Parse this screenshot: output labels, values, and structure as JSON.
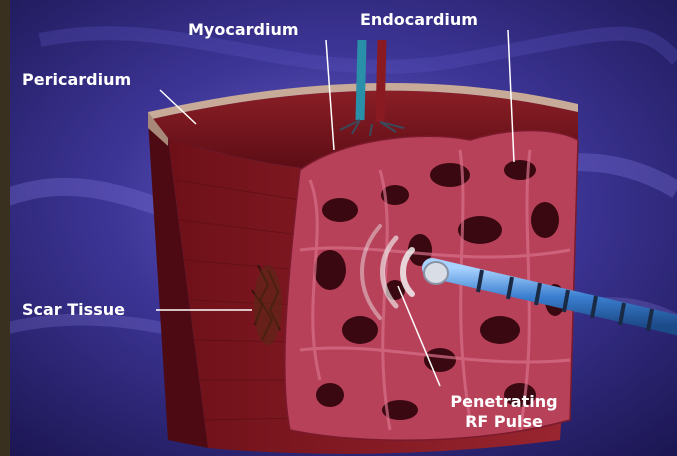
{
  "labels": {
    "myocardium": "Myocardium",
    "endocardium": "Endocardium",
    "pericardium": "Pericardium",
    "scar_tissue": "Scar Tissue",
    "rf_pulse_line1": "Penetrating",
    "rf_pulse_line2": "RF Pulse"
  },
  "colors": {
    "background": "#3b3490",
    "muscle": "#7a1420",
    "trabeculae": "#b8415a",
    "pericardium": "#b89a8a",
    "catheter": "#3a7fd0"
  }
}
